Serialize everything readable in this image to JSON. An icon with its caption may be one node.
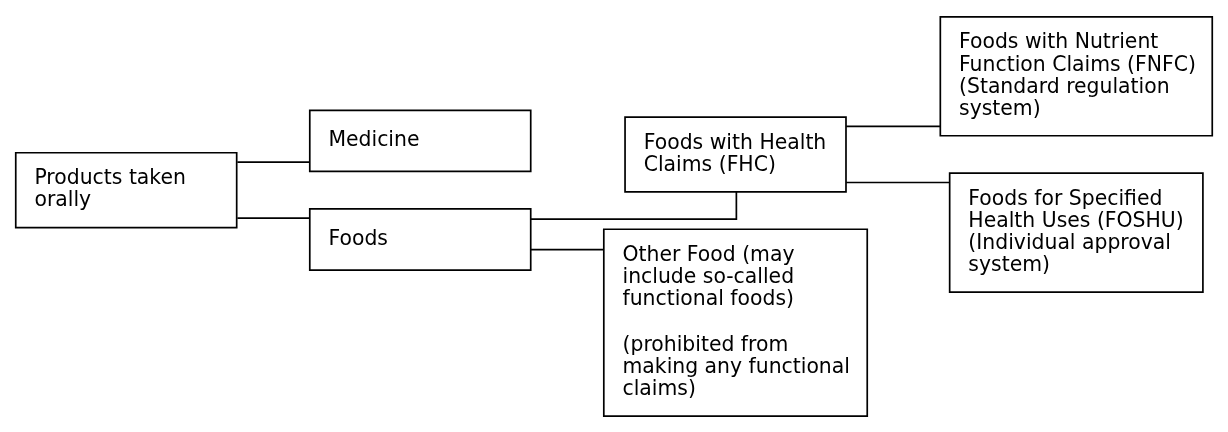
{
  "diagram": {
    "nodes": [
      {
        "text": [
          "Products taken orally"
        ]
      },
      {
        "text": [
          "Medicine"
        ]
      },
      {
        "text": [
          "Foods"
        ]
      },
      {
        "text": [
          "Foods with Health Claims (FHC)"
        ]
      },
      {
        "text": [
          "Other Food (may include so-called functional foods)",
          "(prohibited from making any functional claims)"
        ]
      },
      {
        "text": [
          "Foods with Nutrient Function Claims (FNFC) (Standard regulation system)"
        ]
      },
      {
        "text": [
          "Foods for Specified Health Uses (FOSHU) (Individual approval system)"
        ]
      }
    ],
    "edges": [
      {
        "from": 0,
        "to": 1,
        "arrow": "none"
      },
      {
        "from": 0,
        "to": 2,
        "arrow": "none"
      },
      {
        "from": 2,
        "to": 3,
        "arrow": "none"
      },
      {
        "from": 2,
        "to": 4,
        "arrow": "none"
      },
      {
        "from": 3,
        "to": 5,
        "arrow": "none"
      },
      {
        "from": 3,
        "to": 6,
        "arrow": "none"
      }
    ]
  }
}
